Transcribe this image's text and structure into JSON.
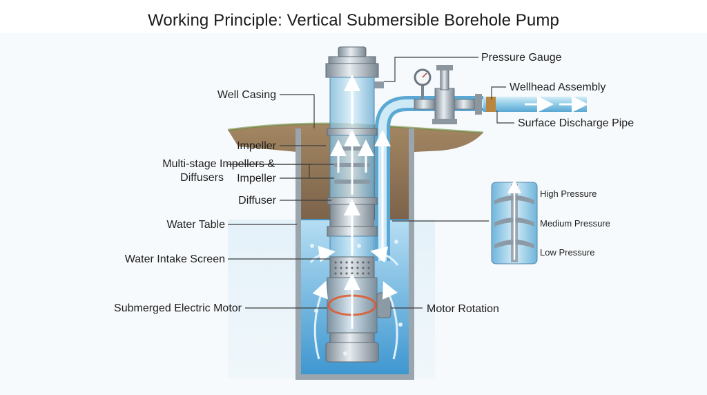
{
  "title": "Working Principle: Vertical Submersible Borehole Pump",
  "labels": {
    "pressure_gauge": "Pressure Gauge",
    "wellhead_assembly": "Wellhead Assembly",
    "surface_discharge_pipe": "Surface Discharge Pipe",
    "well_casing": "Well Casing",
    "impeller_top": "Impeller",
    "multistage_line1": "Multi-stage Impellers &",
    "multistage_line2": "Diffusers",
    "impeller_second": "Impeller",
    "diffuser": "Diffuser",
    "water_table": "Water Table",
    "water_intake_screen": "Water Intake Screen",
    "submerged_electric_motor": "Submerged Electric Motor",
    "motor_rotation": "Motor Rotation"
  },
  "inset": {
    "high_pressure": "High Pressure",
    "medium_pressure": "Medium Pressure",
    "low_pressure": "Low Pressure"
  },
  "colors": {
    "water": "#7fc3e6",
    "soil": "#8a6a45",
    "steel": "#a9b4bd",
    "flow_arrow": "#9fd6f2"
  }
}
